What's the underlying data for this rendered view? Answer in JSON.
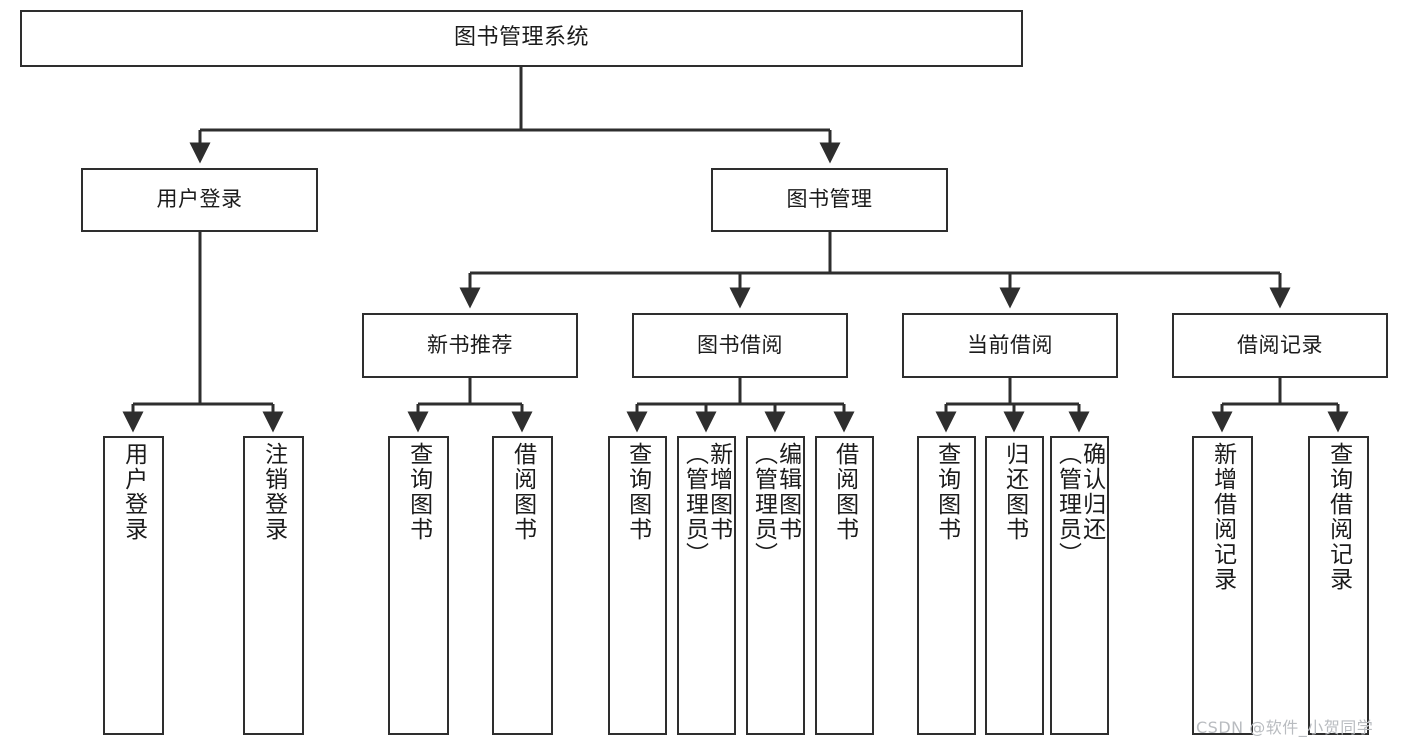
{
  "diagram": {
    "title": "图书管理系统",
    "type": "tree-hierarchy-chart",
    "orientation": "top-down",
    "colors": {
      "node_border": "#2e2e2e",
      "node_fill": "#ffffff",
      "edge": "#2e2e2e",
      "text": "#1b1b1b",
      "watermark": "#b9bcc0",
      "background": "#ffffff"
    },
    "watermark": "CSDN @软件_小贺同学"
  },
  "nodes": {
    "root": {
      "label": "图书管理系统"
    },
    "level1": [
      {
        "id": "user-login",
        "label": "用户登录"
      },
      {
        "id": "book-manage",
        "label": "图书管理"
      }
    ],
    "level2": [
      {
        "id": "new-book-recommend",
        "label": "新书推荐"
      },
      {
        "id": "book-borrow",
        "label": "图书借阅"
      },
      {
        "id": "current-borrow",
        "label": "当前借阅"
      },
      {
        "id": "borrow-record",
        "label": "借阅记录"
      }
    ],
    "leaves": {
      "user_login": [
        {
          "id": "leaf-user-login",
          "label": "用户登录"
        },
        {
          "id": "leaf-logout-login",
          "label": "注销登录"
        }
      ],
      "new_book_recommend": [
        {
          "id": "leaf-query-book-1",
          "label": "查询图书"
        },
        {
          "id": "leaf-borrow-book-1",
          "label": "借阅图书"
        }
      ],
      "book_borrow": [
        {
          "id": "leaf-query-book-2",
          "label": "查询图书"
        },
        {
          "id": "leaf-add-book",
          "label": "新增图书\n（管理员）"
        },
        {
          "id": "leaf-edit-book",
          "label": "编辑图书\n（管理员）"
        },
        {
          "id": "leaf-borrow-book-2",
          "label": "借阅图书"
        }
      ],
      "current_borrow": [
        {
          "id": "leaf-query-book-3",
          "label": "查询图书"
        },
        {
          "id": "leaf-return-book",
          "label": "归还图书"
        },
        {
          "id": "leaf-confirm-return",
          "label": "确认归还\n（管理员）"
        }
      ],
      "borrow_record": [
        {
          "id": "leaf-add-borrow-record",
          "label": "新增借阅记录"
        },
        {
          "id": "leaf-query-borrow-record",
          "label": "查询借阅记录"
        }
      ]
    }
  }
}
